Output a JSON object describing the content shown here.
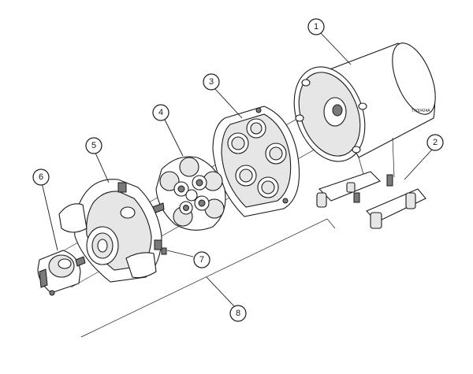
{
  "diagram": {
    "drawing_code": "TX00424A",
    "callouts": [
      {
        "id": "1",
        "label": "1"
      },
      {
        "id": "2",
        "label": "2"
      },
      {
        "id": "3",
        "label": "3"
      },
      {
        "id": "4",
        "label": "4"
      },
      {
        "id": "5",
        "label": "5"
      },
      {
        "id": "6",
        "label": "6"
      },
      {
        "id": "7",
        "label": "7"
      },
      {
        "id": "8",
        "label": "8"
      }
    ]
  }
}
